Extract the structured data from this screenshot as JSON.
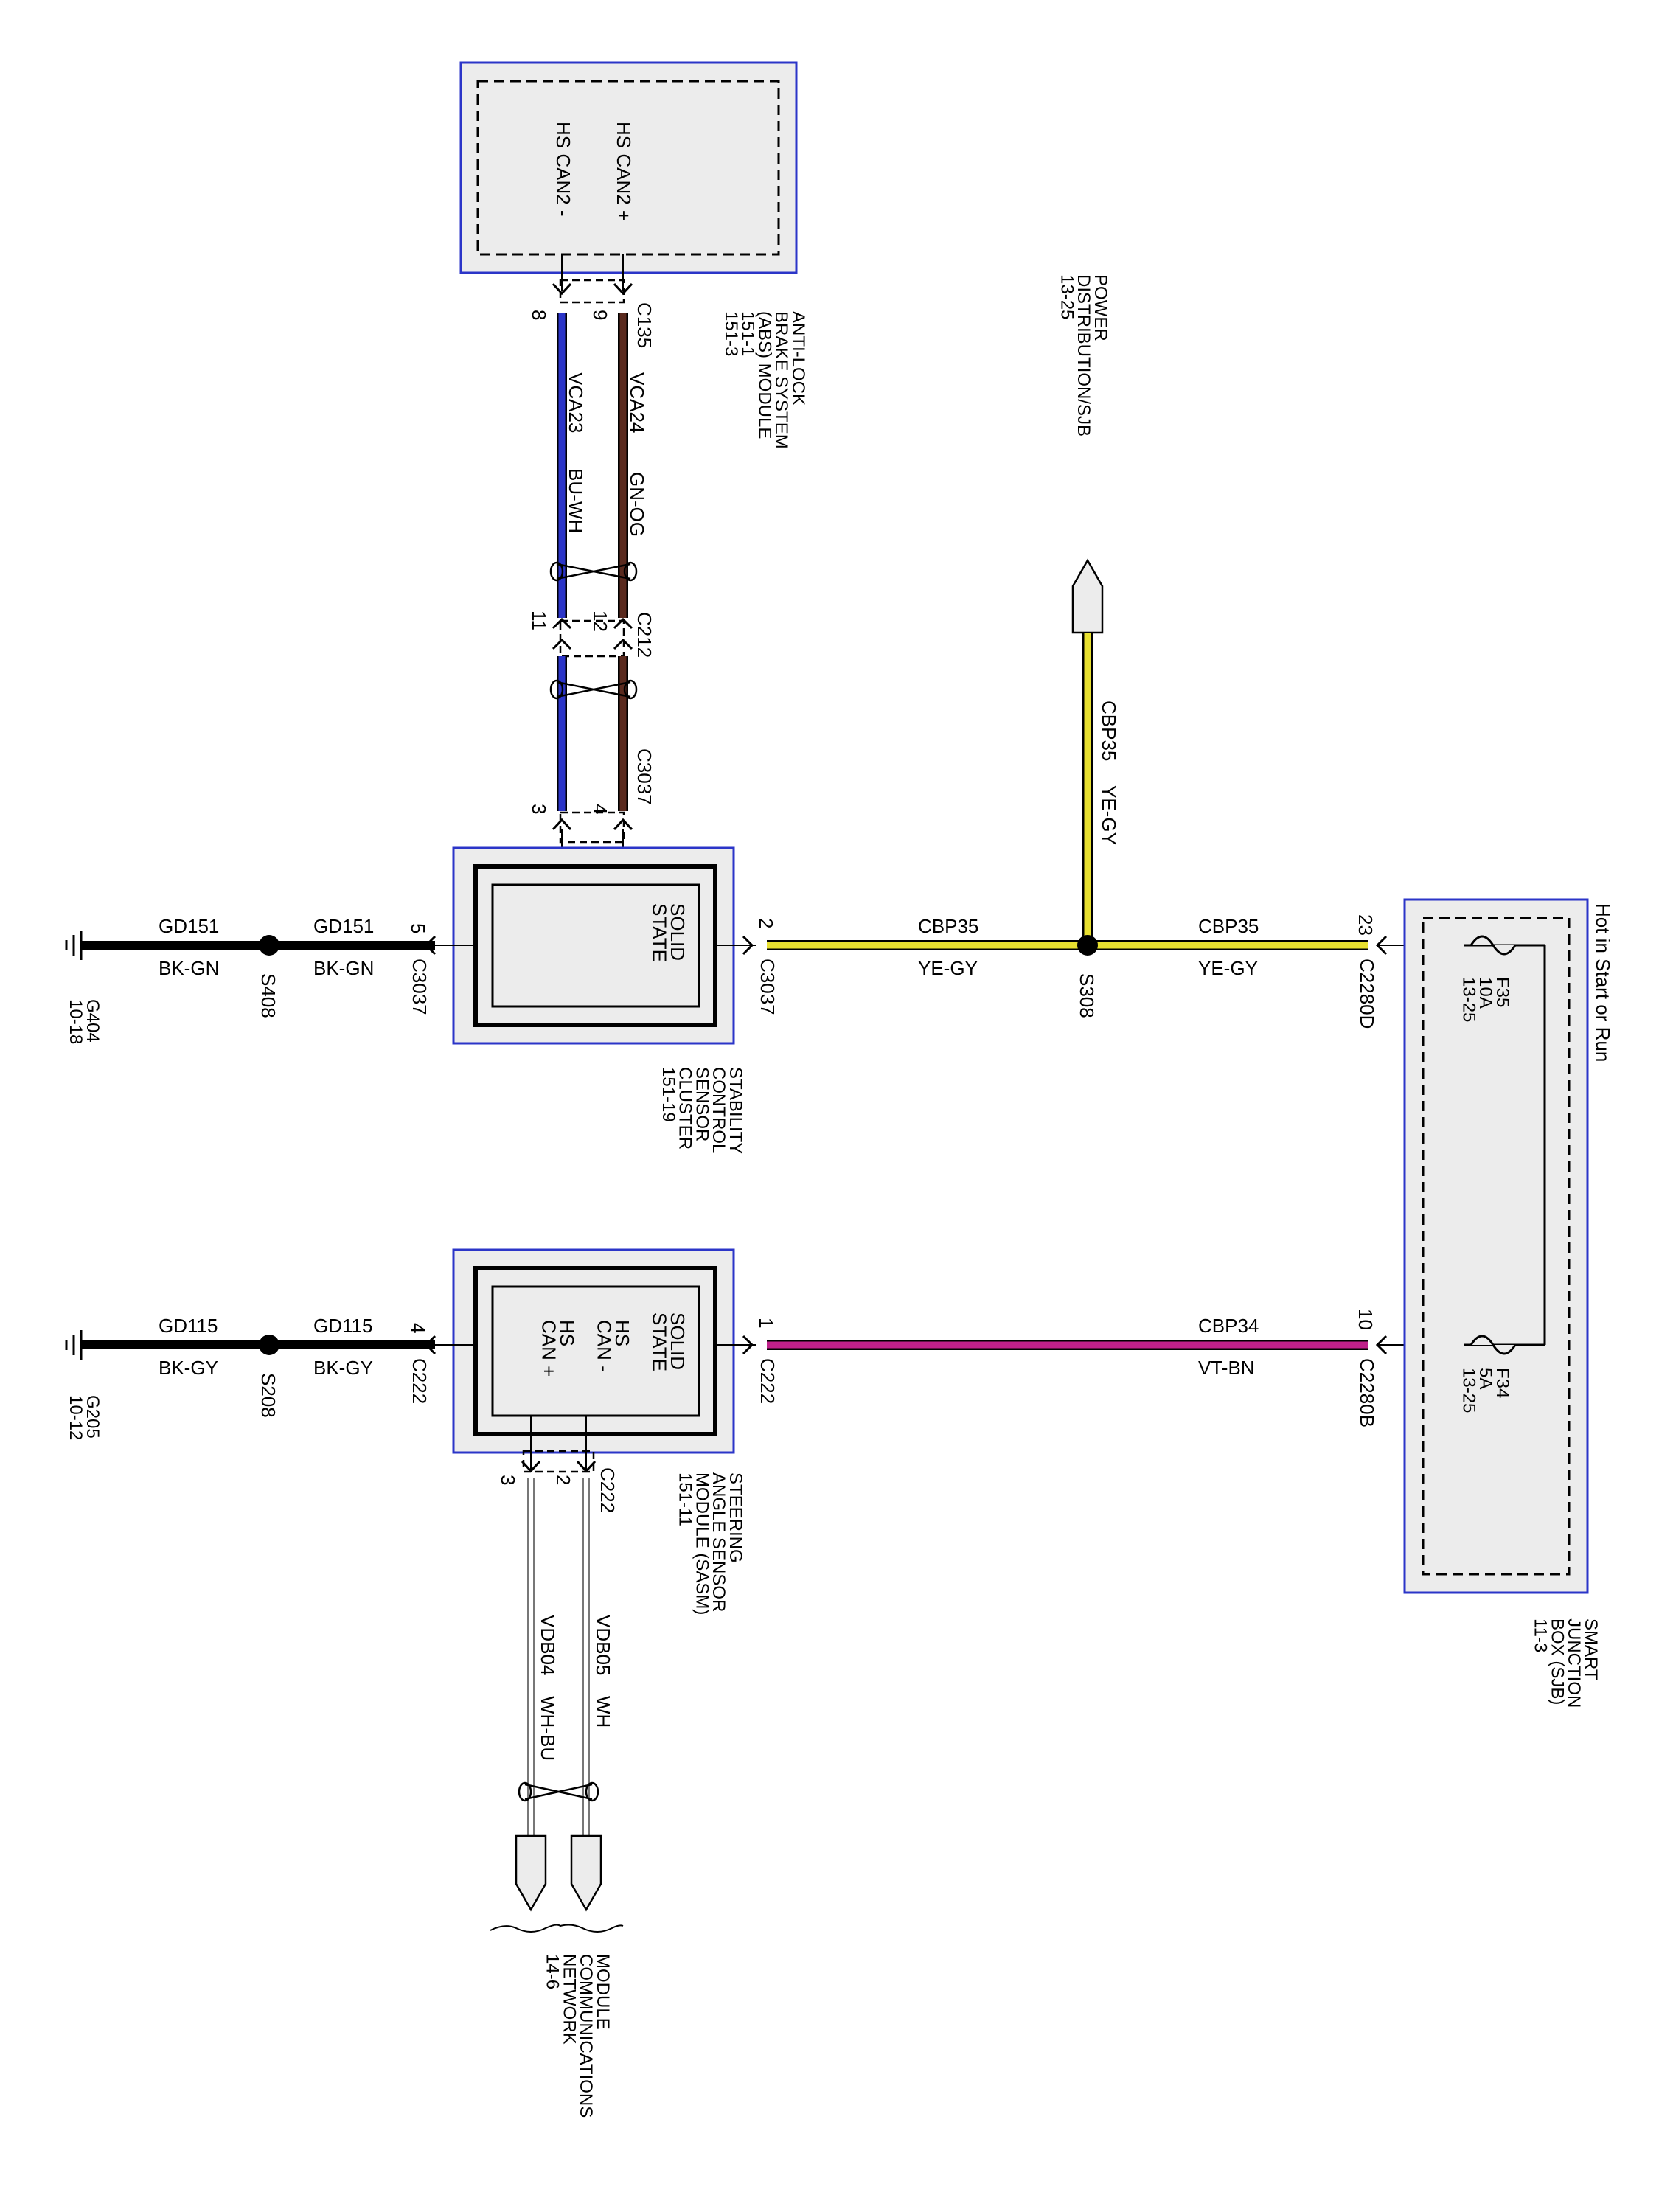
{
  "colors": {
    "module_border": "#2b35c8",
    "module_fill": "#ececec",
    "wire_blue": "#2b35c8",
    "wire_brown": "#5a2a1e",
    "wire_yellow": "#e8e030",
    "wire_violet": "#c0208a",
    "wire_black": "#000000",
    "wire_white_line": "#777777"
  },
  "modules": {
    "abs": {
      "name": "ANTI-LOCK\nBRAKE SYSTEM\n(ABS) MODULE\n151-1\n151-3",
      "pins": [
        "HS CAN2 +",
        "HS CAN2 -"
      ]
    },
    "power_dist": {
      "name": "POWER\nDISTRIBUTION/SJB\n13-25"
    },
    "stability": {
      "name": "STABILITY\nCONTROL\nSENSOR\nCLUSTER\n151-19",
      "inner": "SOLID\nSTATE"
    },
    "sasm": {
      "name": "STEERING\nANGLE SENSOR\nMODULE (SASM)\n151-11",
      "inner1": "SOLID\nSTATE",
      "inner2": "HS\nCAN -",
      "inner3": "HS\nCAN +"
    },
    "sjb": {
      "name": "SMART\nJUNCTION\nBOX (SJB)\n11-3",
      "hot": "Hot in Start or Run"
    },
    "mcn": {
      "name": "MODULE\nCOMMUNICATIONS\nNETWORK\n14-6"
    }
  },
  "fuses": {
    "f35": "F35\n10A\n13-25",
    "f34": "F34\n5A\n13-25"
  },
  "connectors": {
    "c135": "C135",
    "c212": "C212",
    "c3037_top": "C3037",
    "c3037_left": "C3037",
    "c3037_right": "C3037",
    "c2280d": "C2280D",
    "c2280b": "C2280B",
    "c222_left": "C222",
    "c222_right": "C222",
    "c222_bottom": "C222"
  },
  "pins": {
    "p8": "8",
    "p9": "9",
    "p11": "11",
    "p12": "12",
    "p3": "3",
    "p4": "4",
    "p5": "5",
    "p2": "2",
    "p23": "23",
    "p4b": "4",
    "p1": "1",
    "p10": "10",
    "p3b": "3",
    "p2b": "2"
  },
  "wires": {
    "vca23": {
      "circuit": "VCA23",
      "color": "BU-WH"
    },
    "vca24": {
      "circuit": "VCA24",
      "color": "GN-OG"
    },
    "cbp35_vert": {
      "circuit": "CBP35",
      "color": "YE-GY"
    },
    "cbp35_left": {
      "circuit": "CBP35",
      "color": "YE-GY"
    },
    "cbp35_right": {
      "circuit": "CBP35",
      "color": "YE-GY"
    },
    "cbp34": {
      "circuit": "CBP34",
      "color": "VT-BN"
    },
    "gd151_a": {
      "circuit": "GD151",
      "color": "BK-GN"
    },
    "gd151_b": {
      "circuit": "GD151",
      "color": "BK-GN"
    },
    "gd115_a": {
      "circuit": "GD115",
      "color": "BK-GY"
    },
    "gd115_b": {
      "circuit": "GD115",
      "color": "BK-GY"
    },
    "vdb05": {
      "circuit": "VDB05",
      "color": "WH"
    },
    "vdb04": {
      "circuit": "VDB04",
      "color": "WH-BU"
    }
  },
  "splices": {
    "s308": "S308",
    "s408": "S408",
    "s208": "S208"
  },
  "grounds": {
    "g404": "G404\n10-18",
    "g205": "G205\n10-12"
  }
}
